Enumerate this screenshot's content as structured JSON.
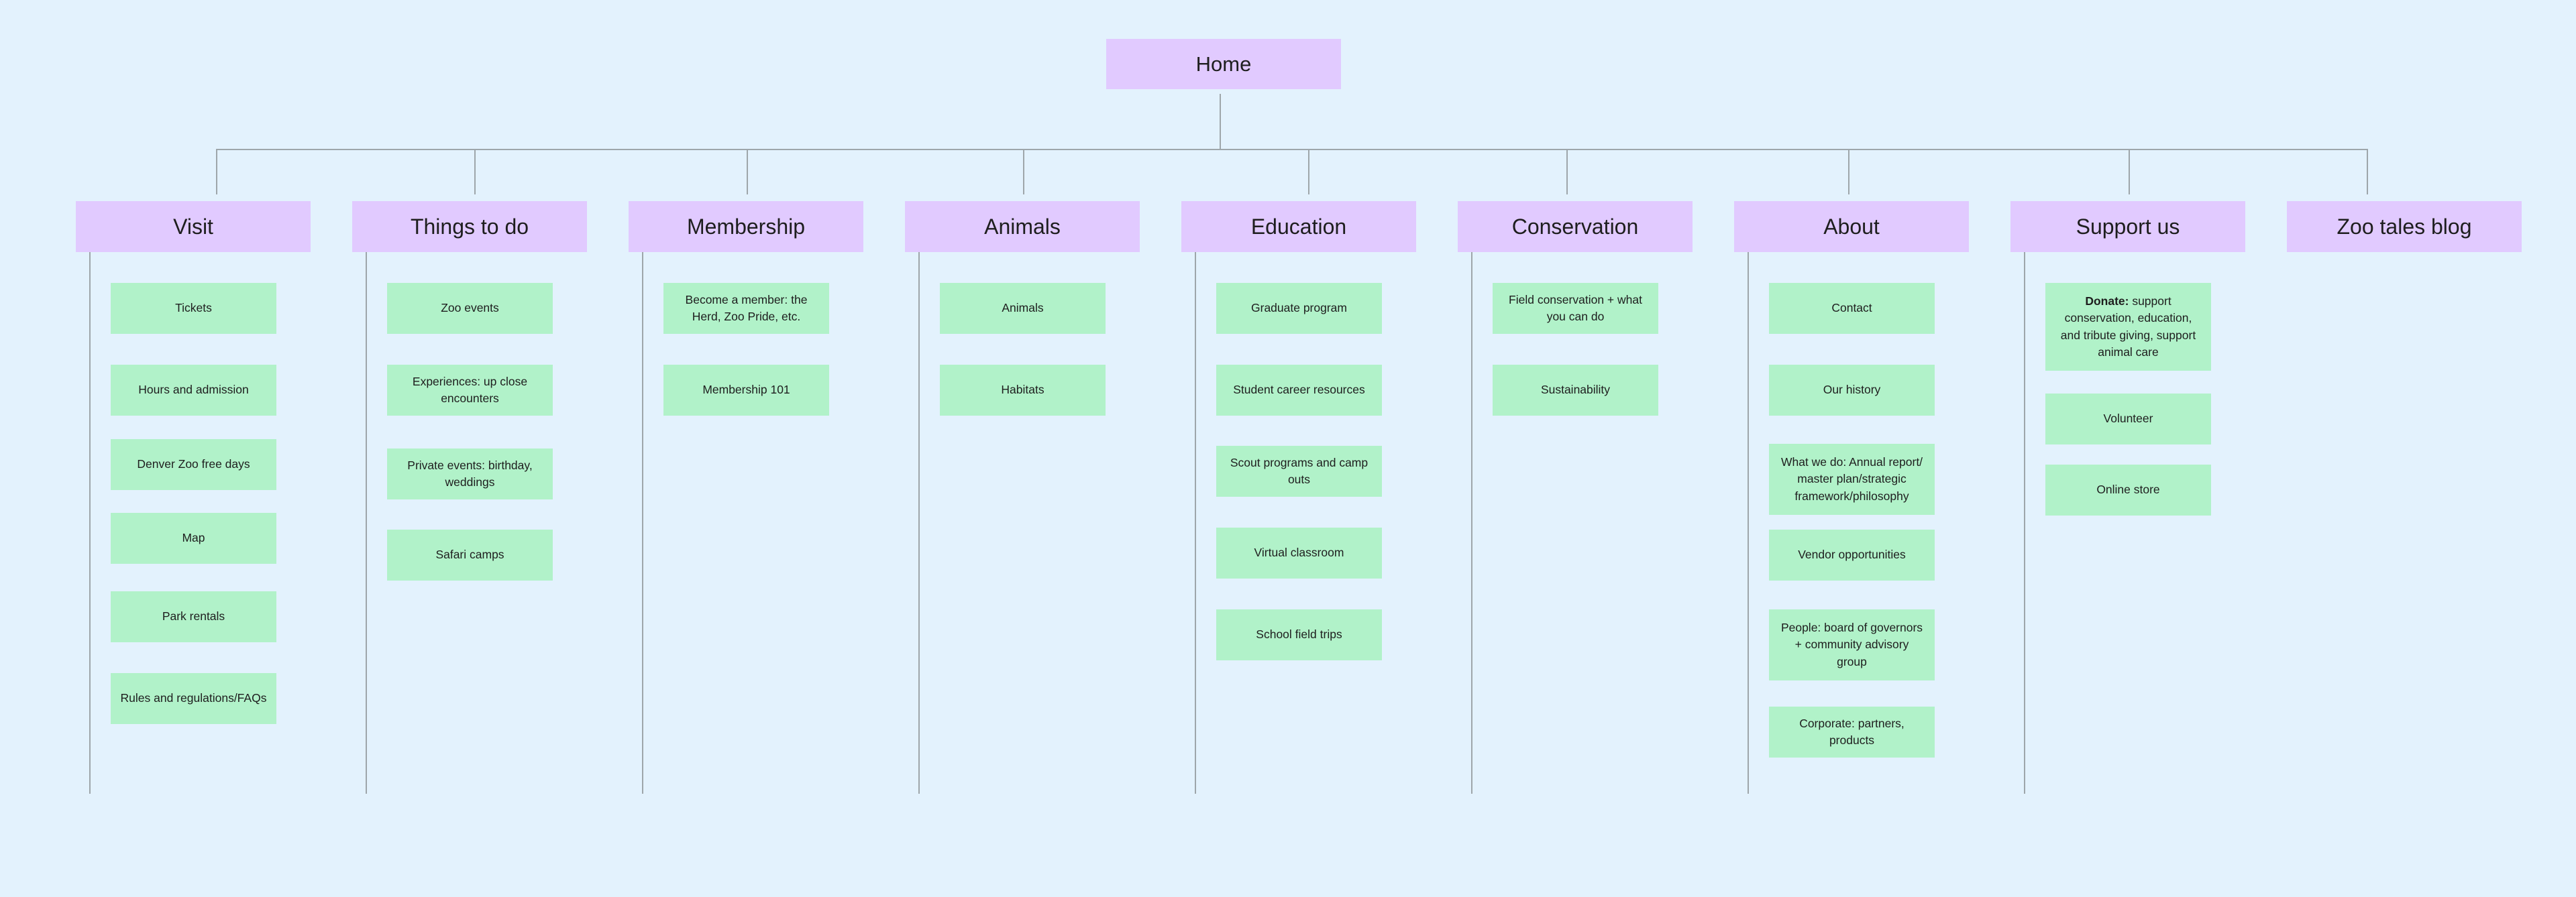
{
  "home": {
    "label": "Home"
  },
  "columns": [
    {
      "id": "visit",
      "label": "Visit",
      "items": [
        {
          "text": "Tickets"
        },
        {
          "text": "Hours and admission"
        },
        {
          "text": "Denver Zoo free days"
        },
        {
          "text": "Map"
        },
        {
          "text": "Park rentals"
        },
        {
          "text": "Rules and regulations/FAQs"
        }
      ]
    },
    {
      "id": "things-to-do",
      "label": "Things to do",
      "items": [
        {
          "text": "Zoo events"
        },
        {
          "text": "Experiences: up close encounters"
        },
        {
          "text": "Private events: birthday, weddings"
        },
        {
          "text": "Safari camps"
        }
      ]
    },
    {
      "id": "membership",
      "label": "Membership",
      "items": [
        {
          "text": "Become a member: the Herd, Zoo Pride, etc."
        },
        {
          "text": "Membership 101"
        }
      ]
    },
    {
      "id": "animals",
      "label": "Animals",
      "items": [
        {
          "text": "Animals"
        },
        {
          "text": "Habitats"
        }
      ]
    },
    {
      "id": "education",
      "label": "Education",
      "items": [
        {
          "text": "Graduate program"
        },
        {
          "text": "Student career resources"
        },
        {
          "text": "Scout programs and camp outs"
        },
        {
          "text": "Virtual classroom"
        },
        {
          "text": "School field trips"
        }
      ]
    },
    {
      "id": "conservation",
      "label": "Conservation",
      "items": [
        {
          "text": "Field conservation + what you can do"
        },
        {
          "text": "Sustainability"
        }
      ]
    },
    {
      "id": "about",
      "label": "About",
      "items": [
        {
          "text": "Contact"
        },
        {
          "text": "Our history"
        },
        {
          "text": "What we do: Annual report/ master plan/strategic framework/philosophy"
        },
        {
          "text": "Vendor opportunities"
        },
        {
          "text": "People: board of governors + community advisory group"
        },
        {
          "text": "Corporate: partners, products"
        }
      ]
    },
    {
      "id": "support-us",
      "label": "Support us",
      "items": [
        {
          "bold": "Donate:",
          "text": " support conservation, education, and tribute giving, support animal care"
        },
        {
          "text": "Volunteer"
        },
        {
          "text": "Online store"
        }
      ]
    },
    {
      "id": "zoo-tales-blog",
      "label": "Zoo tales blog",
      "items": []
    }
  ]
}
